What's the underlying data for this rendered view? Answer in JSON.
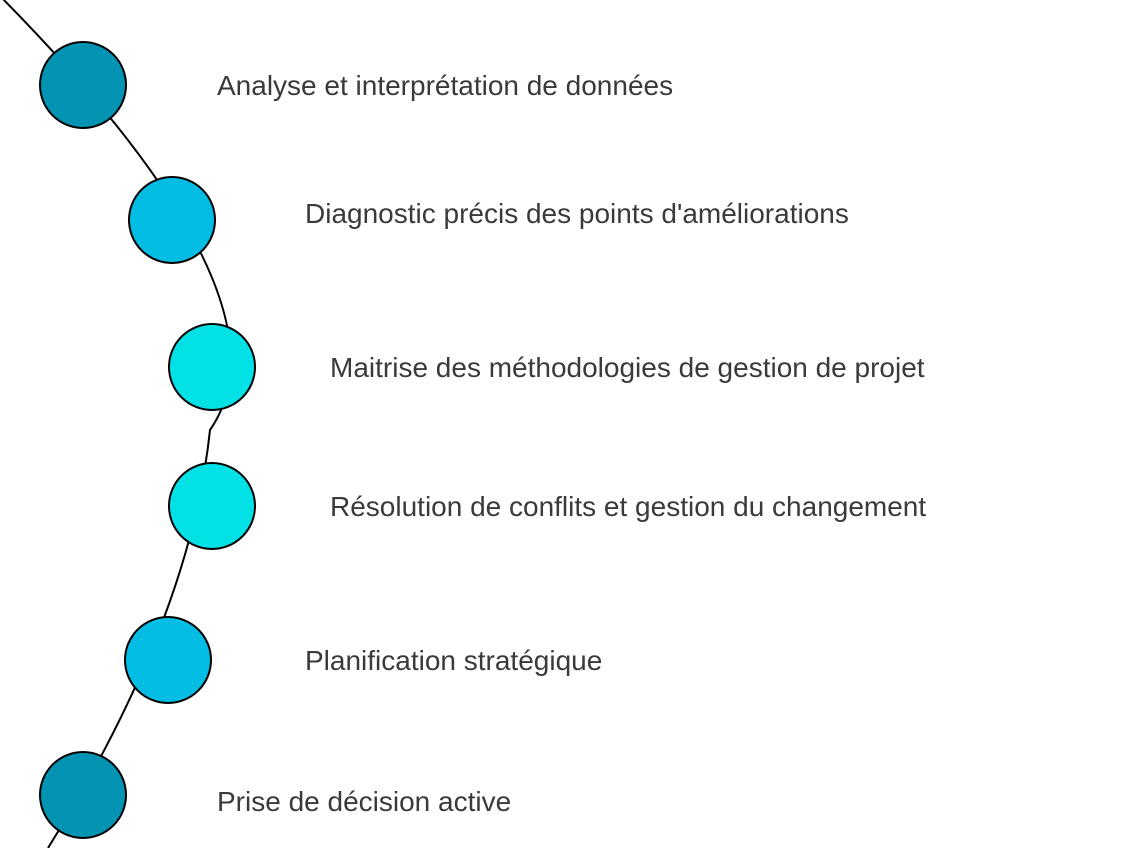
{
  "diagram": {
    "items": [
      {
        "label": "Analyse et interprétation de données",
        "color": "#0393b3"
      },
      {
        "label": "Diagnostic précis des points d'améliorations",
        "color": "#03bde4"
      },
      {
        "label": "Maitrise des méthodologies de gestion de projet",
        "color": "#02e1e6"
      },
      {
        "label": "Résolution de conflits et gestion du changement",
        "color": "#02e1e6"
      },
      {
        "label": "Planification stratégique",
        "color": "#03bde4"
      },
      {
        "label": "Prise de décision active",
        "color": "#0393b3"
      }
    ],
    "stroke_color": "#000000"
  }
}
